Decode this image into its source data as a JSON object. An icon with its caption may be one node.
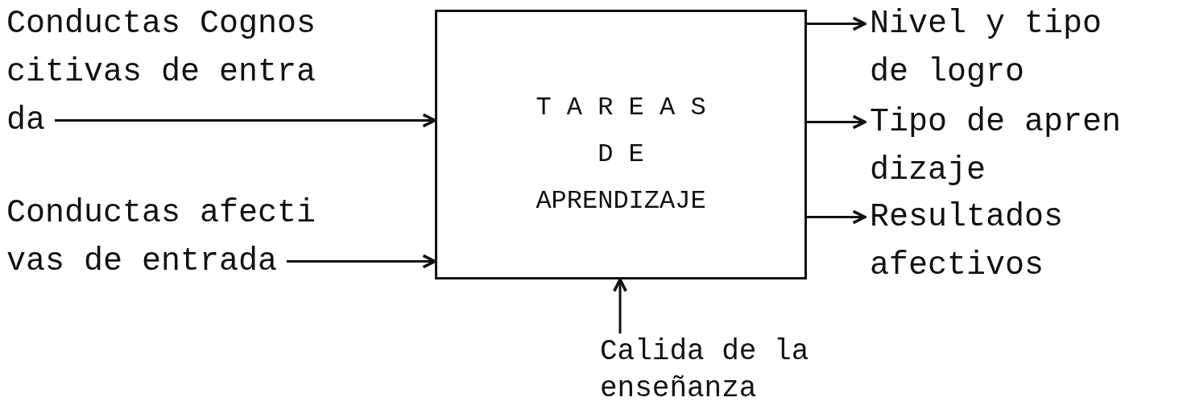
{
  "diagram": {
    "nodes": [
      {
        "text": [
          "Conductas Cognos citivas de entra da"
        ]
      },
      {
        "text": [
          "Conductas afecti vas de entrada"
        ]
      },
      {
        "text": [
          "T A R E A S",
          "D E",
          "APRENDIZAJE"
        ]
      },
      {
        "text": [
          "Nivel y tipo de logro"
        ]
      },
      {
        "text": [
          "Tipo de apren dizaje"
        ]
      },
      {
        "text": [
          "Resultados afectivos"
        ]
      },
      {
        "text": [
          "Calida de la enseñanza"
        ]
      }
    ],
    "edges": [
      {
        "from": 0,
        "to": 2,
        "arrow": "to"
      },
      {
        "from": 1,
        "to": 2,
        "arrow": "to"
      },
      {
        "from": 2,
        "to": 3,
        "arrow": "to"
      },
      {
        "from": 2,
        "to": 4,
        "arrow": "to"
      },
      {
        "from": 2,
        "to": 5,
        "arrow": "to"
      },
      {
        "from": 6,
        "to": 2,
        "arrow": "to"
      }
    ]
  }
}
